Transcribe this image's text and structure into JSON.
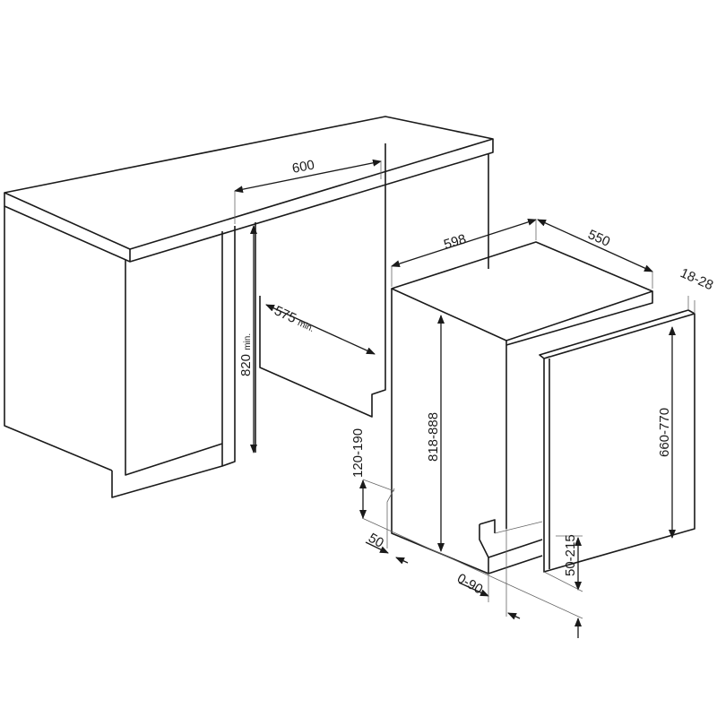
{
  "colors": {
    "line": "#1a1a1a",
    "background": "#ffffff"
  },
  "dimensions": {
    "niche_width": "600",
    "appliance_width": "598",
    "appliance_depth": "550",
    "door_thickness": "18-28",
    "niche_depth": "575",
    "niche_depth_unit": "min.",
    "niche_height": "820",
    "niche_height_unit": "min.",
    "appliance_height": "818-888",
    "door_height": "660-770",
    "plinth_height": "120-190",
    "plinth_offset": "50",
    "plinth_setback": "0-90",
    "door_bottom_gap": "50-215"
  }
}
